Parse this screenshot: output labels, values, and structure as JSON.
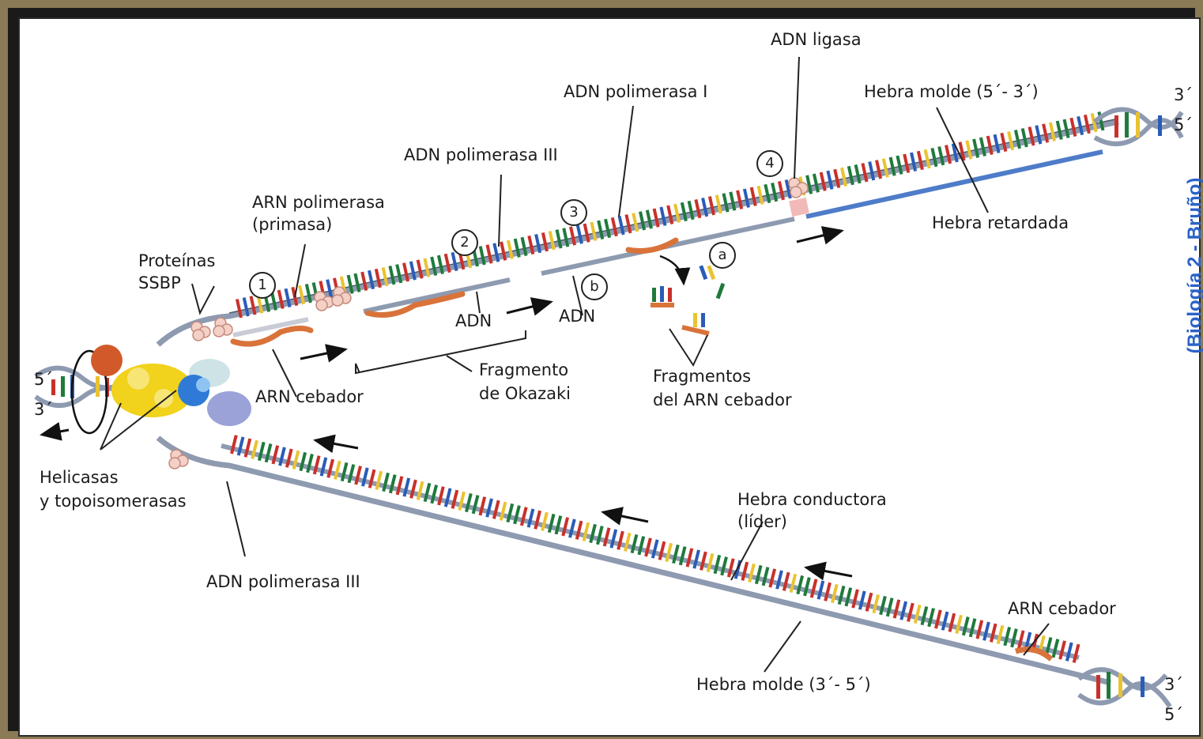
{
  "labels": {
    "adn_ligasa": "ADN ligasa",
    "adn_polimerasa_i": "ADN polimerasa I",
    "hebra_molde_top": "Hebra molde (5´- 3´)",
    "adn_polimerasa_iii_top": "ADN polimerasa III",
    "arn_polimerasa_1": "ARN polimerasa",
    "arn_polimerasa_2": "(primasa)",
    "proteinas": "Proteínas",
    "ssbp": "SSBP",
    "hebra_retardada": "Hebra retardada",
    "adn_1": "ADN",
    "adn_2": "ADN",
    "arn_cebador": "ARN cebador",
    "fragmento_1": "Fragmento",
    "fragmento_2": "de Okazaki",
    "fragmentos_1": "Fragmentos",
    "fragmentos_2": "del ARN cebador",
    "helicasas_1": "Helicasas",
    "helicasas_2": "y topoisomerasas",
    "adn_polimerasa_iii_bottom": "ADN polimerasa III",
    "hebra_conductora_1": "Hebra conductora",
    "hebra_conductora_2": "(líder)",
    "arn_cebador_bottom": "ARN cebador",
    "hebra_molde_bottom": "Hebra molde (3´- 5´)",
    "end_top_3": "3´",
    "end_top_5": "5´",
    "end_bottom_3": "3´",
    "end_bottom_5": "5´",
    "end_left_5": "5´",
    "end_left_3": "3´"
  },
  "steps": {
    "s1": "1",
    "s2": "2",
    "s3": "3",
    "s4": "4",
    "sa": "a",
    "sb": "b"
  },
  "credit": "(Biología 2 - Bruño)",
  "colors": {
    "base_red": "#c8312b",
    "base_green": "#1f7a3c",
    "base_blue": "#2a5cb8",
    "base_yellow": "#e9c331",
    "backbone": "#8e9ab0",
    "primer": "#d9733a",
    "credit": "#2a62c8"
  }
}
